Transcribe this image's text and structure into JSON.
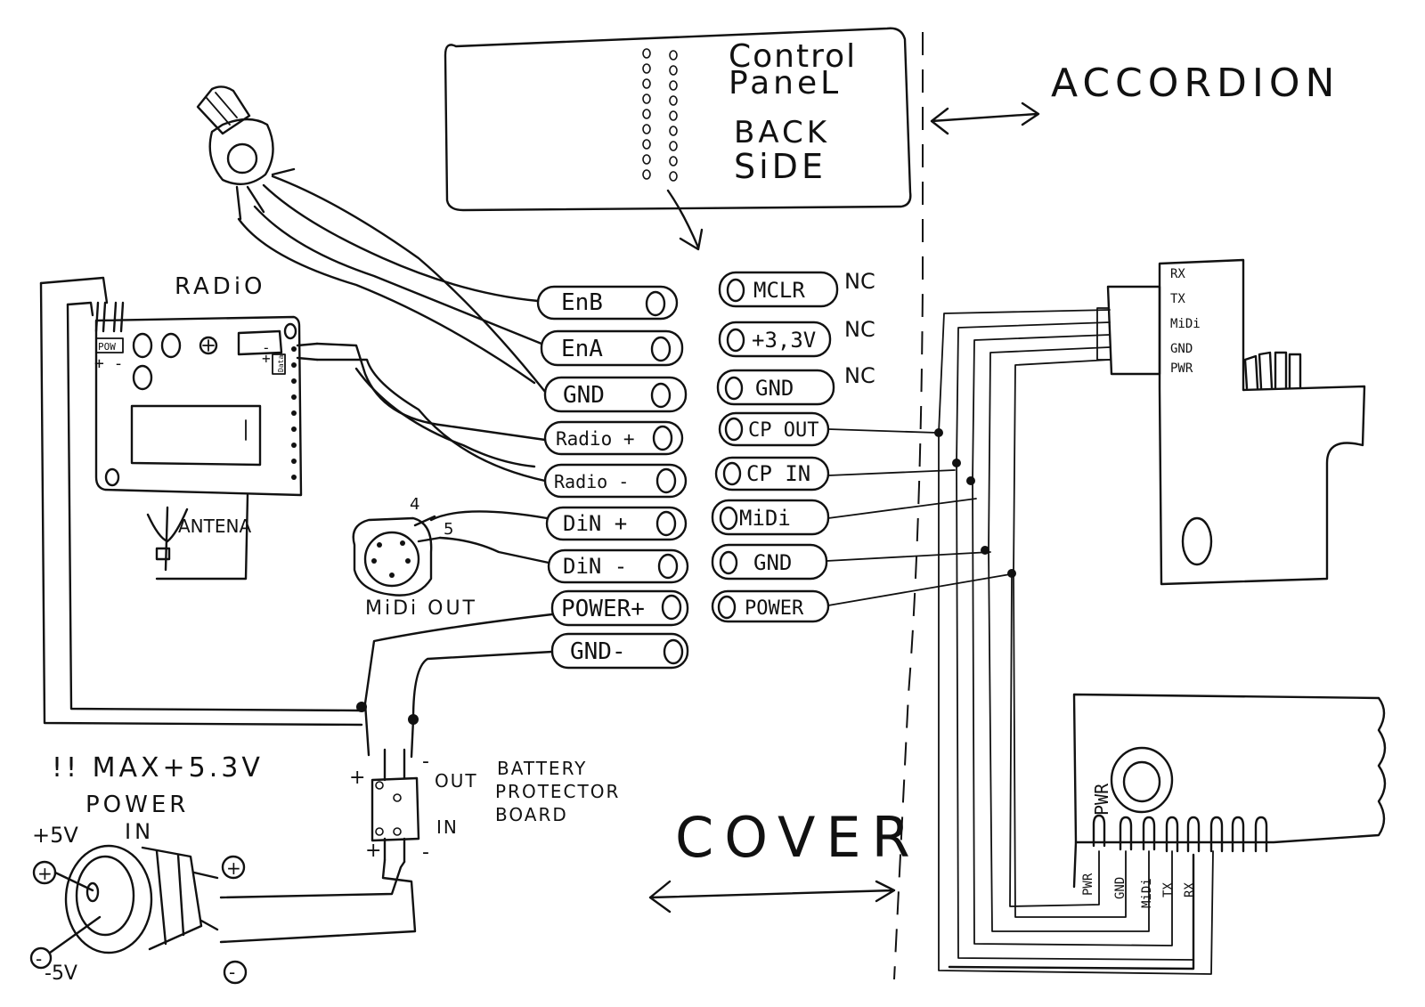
{
  "panel": {
    "line1": "Control",
    "line2": "PaneL",
    "line3": "BACK",
    "line4": "SiDE"
  },
  "accordion": "ACCORDION",
  "cover": "COVER",
  "radio": {
    "title": "RADiO",
    "pow": "POW",
    "plus_minus": "+ -",
    "side_plus": "+",
    "side_minus": "-",
    "side_data": "Data",
    "antenna": "ANTENA"
  },
  "midi_out": {
    "label": "MiDi OUT",
    "pin4": "4",
    "pin5": "5"
  },
  "warning": "!! MAX+5.3V",
  "power_in": {
    "title": "POWER",
    "sub": "IN",
    "plus5": "+5V",
    "minus5": "-5V",
    "sym_plus": "+",
    "sym_minus": "-"
  },
  "battery": {
    "label1": "BATTERY",
    "label2": "PROTECTOR",
    "label3": "BOARD",
    "out": "OUT",
    "in": "IN",
    "plus": "+",
    "minus": "-"
  },
  "left_terminals": [
    "EnB",
    "EnA",
    "GND",
    "Radio +",
    "Radio -",
    "DiN +",
    "DiN -",
    "POWER+",
    "GND-"
  ],
  "right_terminals": [
    "MCLR",
    "+3,3V",
    "GND",
    "CP OUT",
    "CP IN",
    "MiDi",
    "GND",
    "POWER"
  ],
  "nc": [
    "NC",
    "NC",
    "NC"
  ],
  "board_top": [
    "RX",
    "TX",
    "MiDi",
    "GND",
    "PWR"
  ],
  "board_bottom": {
    "pwr": "PWR",
    "pins": [
      "PWR",
      "GND",
      "MiDi",
      "TX",
      "RX"
    ]
  }
}
